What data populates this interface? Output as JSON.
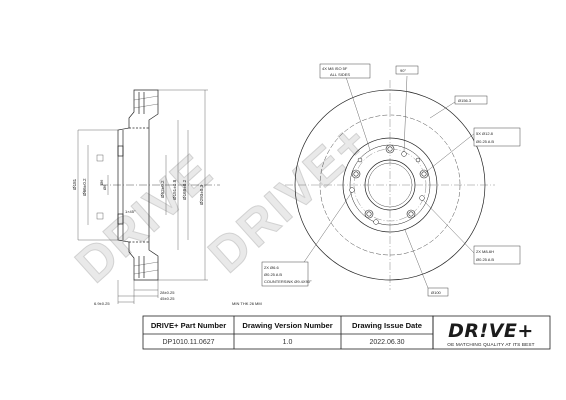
{
  "watermark": {
    "side": "DRIVE",
    "face": "DRIVE+"
  },
  "side_view": {
    "left_dims": [
      "Ø181",
      "Ø66±0.2",
      "Ø6"
    ],
    "centre_dims": [
      "Ø52±0.2",
      "Ø151±0.8",
      "Ø168±0.2"
    ],
    "right_dim": "Ø293±0.3",
    "hole_dim": "Ø6",
    "chamfer": "1×45°",
    "bottom_dims": [
      "28±0.25",
      "45±0.25",
      "6.9±0.25"
    ]
  },
  "front_view": {
    "top_note": [
      "4X M8 ISO 5F",
      "ALL SIDES"
    ],
    "angle": "90°",
    "dia_label": "Ø156.3",
    "right_label_1": [
      "5X Ø12.8",
      "Ø0.25 A B"
    ],
    "right_label_2": [
      "2X M8-6H",
      "Ø0.25 A B"
    ],
    "left_label": [
      "2X Ø6.6",
      "Ø0.25 A B",
      "COUNTERSINK Ø9.4X90°"
    ],
    "bottom_label": "Ø100",
    "min_thk": "MIN THK 26 MM"
  },
  "table": {
    "headers": [
      "DRIVE+ Part Number",
      "Drawing Version Number",
      "Drawing Issue Date"
    ],
    "values": [
      "DP1010.11.0627",
      "1.0",
      "2022.06.30"
    ]
  },
  "brand": {
    "logo": "DR!VE+",
    "tagline": "OE MATCHING QUALITY AT ITS BEST"
  }
}
